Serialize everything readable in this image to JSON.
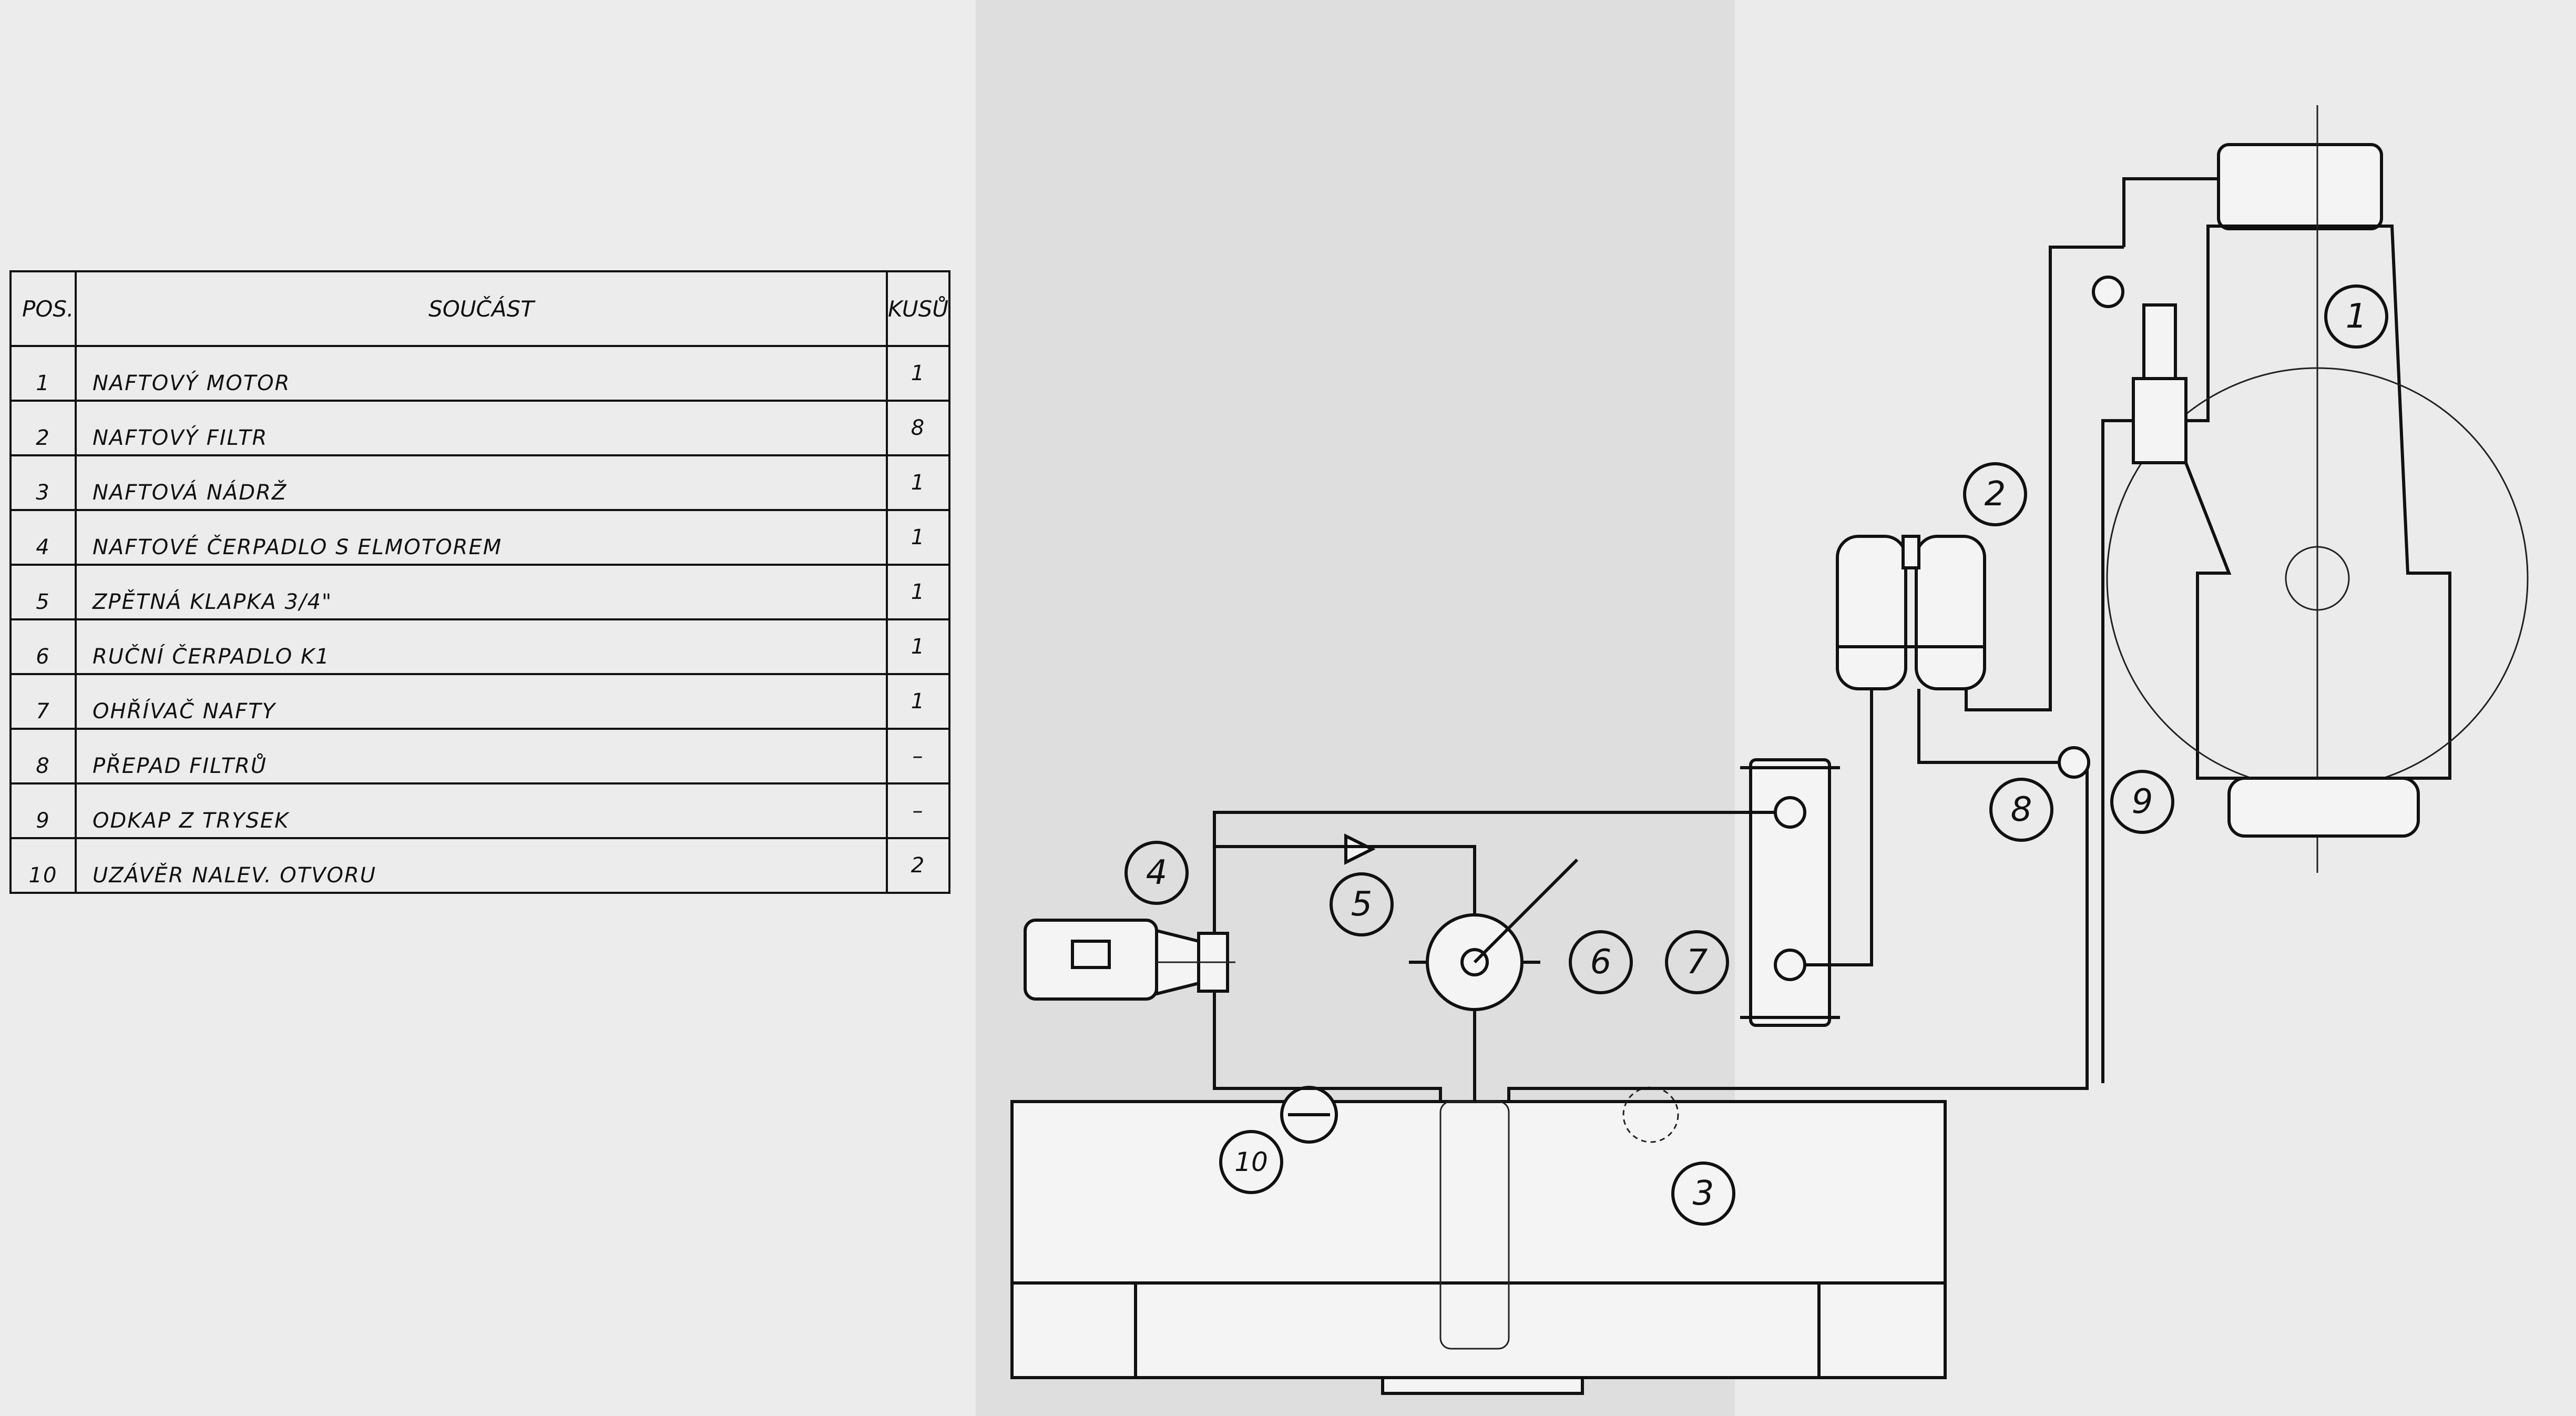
{
  "parts_table": {
    "headers": {
      "pos": "POS.",
      "name": "SOUČÁST",
      "qty": "KUSŮ"
    },
    "rows": [
      {
        "pos": "1",
        "name": "NAFTOVÝ MOTOR",
        "qty": "1"
      },
      {
        "pos": "2",
        "name": "NAFTOVÝ FILTR",
        "qty": "8"
      },
      {
        "pos": "3",
        "name": "NAFTOVÁ NÁDRŽ",
        "qty": "1"
      },
      {
        "pos": "4",
        "name": "NAFTOVÉ ČERPADLO S ELMOTOREM",
        "qty": "1"
      },
      {
        "pos": "5",
        "name": "ZPĚTNÁ KLAPKA 3/4\"",
        "qty": "1"
      },
      {
        "pos": "6",
        "name": "RUČNÍ ČERPADLO K1",
        "qty": "1"
      },
      {
        "pos": "7",
        "name": "OHŘÍVAČ NAFTY",
        "qty": "1"
      },
      {
        "pos": "8",
        "name": "PŘEPAD FILTRŮ",
        "qty": "–"
      },
      {
        "pos": "9",
        "name": "ODKAP Z TRYSEK",
        "qty": "–"
      },
      {
        "pos": "10",
        "name": "UZÁVĚR NALEV. OTVORU",
        "qty": "2"
      }
    ]
  },
  "diagram": {
    "callouts": {
      "engine": "1",
      "filter": "2",
      "tank": "3",
      "pump": "4",
      "check_valve": "5",
      "hand_pump": "6",
      "heater": "7",
      "filter_overflow": "8",
      "nozzle_drain": "9",
      "filler_cap": "10"
    }
  }
}
